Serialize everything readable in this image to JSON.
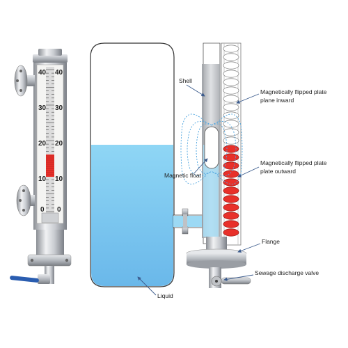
{
  "gauge_scale": {
    "left_numbers": [
      "40",
      "30",
      "20",
      "10",
      "0"
    ],
    "right_numbers": [
      "40",
      "30",
      "20",
      "10",
      "0"
    ]
  },
  "labels": {
    "shell": "Shell",
    "plate_inward": [
      "Magnetically flipped plate",
      "plane inward"
    ],
    "plate_outward": [
      "Magnetically flipped plate",
      "plate outward"
    ],
    "magnetic_float": "Magnetic float",
    "flange": "Flange",
    "sewage_valve": "Sewage discharge valve",
    "liquid": "Liquid"
  },
  "colors": {
    "liquid": "#6ec6ef",
    "liquid_light": "#bfe7fa",
    "plate_outward": "#e8302a",
    "plate_inward": "#ffffff",
    "field_lines": "#4aa3df",
    "valve_handle": "#2a5db0",
    "arrow": "#3a5a8c"
  }
}
